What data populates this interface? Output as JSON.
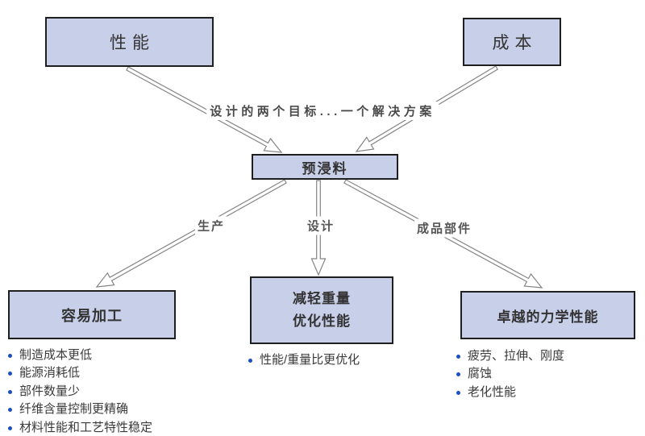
{
  "diagram": {
    "top_boxes": {
      "performance": {
        "label": "性能"
      },
      "cost": {
        "label": "成本"
      }
    },
    "caption": "设计的两个目标...一个解决方案",
    "center_box": {
      "label": "预浸料"
    },
    "branch_labels": {
      "production": "生产",
      "design": "设计",
      "finished_parts": "成品部件"
    },
    "bottom_sections": [
      {
        "box_label": "容易加工",
        "bullets": [
          "制造成本更低",
          "能源消耗低",
          "部件数量少",
          "纤维含量控制更精确",
          "材料性能和工艺特性稳定"
        ]
      },
      {
        "box_label_line1": "减轻重量",
        "box_label_line2": "优化性能",
        "bullets": [
          "性能/重量比更优化"
        ]
      },
      {
        "box_label": "卓越的力学性能",
        "bullets": [
          "疲劳、拉伸、刚度",
          "腐蚀",
          "老化性能"
        ]
      }
    ],
    "colors": {
      "box_fill": "#c8cfe9",
      "box_border": "#1f1f1f",
      "arrow_stroke": "#858585",
      "bullet_dot": "#1c4fc2",
      "text": "#3a3a3a"
    }
  }
}
